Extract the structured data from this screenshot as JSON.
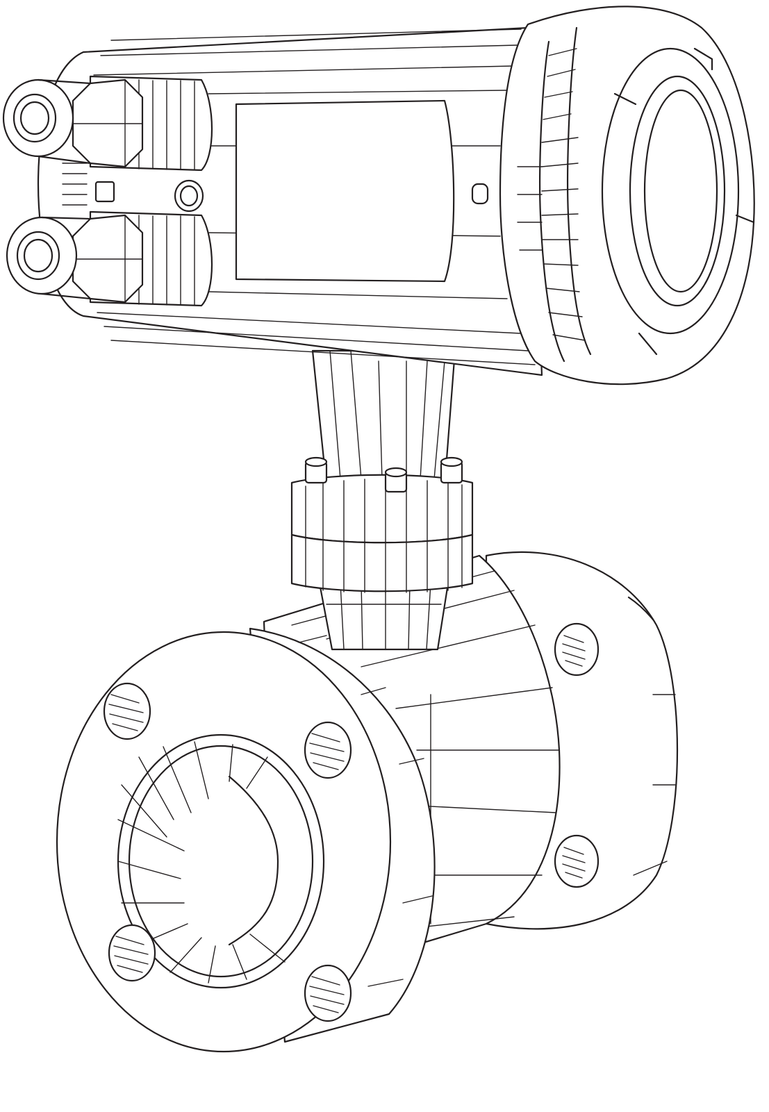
{
  "illustration": {
    "subject": "electromagnetic-flowmeter",
    "style": "black line drawing on white",
    "colors": {
      "background": "#ffffff",
      "line": "#231f20"
    },
    "parts": [
      "transmitter-housing",
      "display-window",
      "front-cover",
      "cable-gland-upper",
      "cable-gland-lower",
      "mounting-neck",
      "neck-coupling-nut",
      "flow-tube-body",
      "inlet-flange",
      "outlet-flange"
    ],
    "counts": {
      "cable_glands": 2,
      "inlet_flange_bolt_holes": 4,
      "outlet_flange_bolt_holes_visible": 2,
      "coupling_bolts_visible": 3
    }
  }
}
